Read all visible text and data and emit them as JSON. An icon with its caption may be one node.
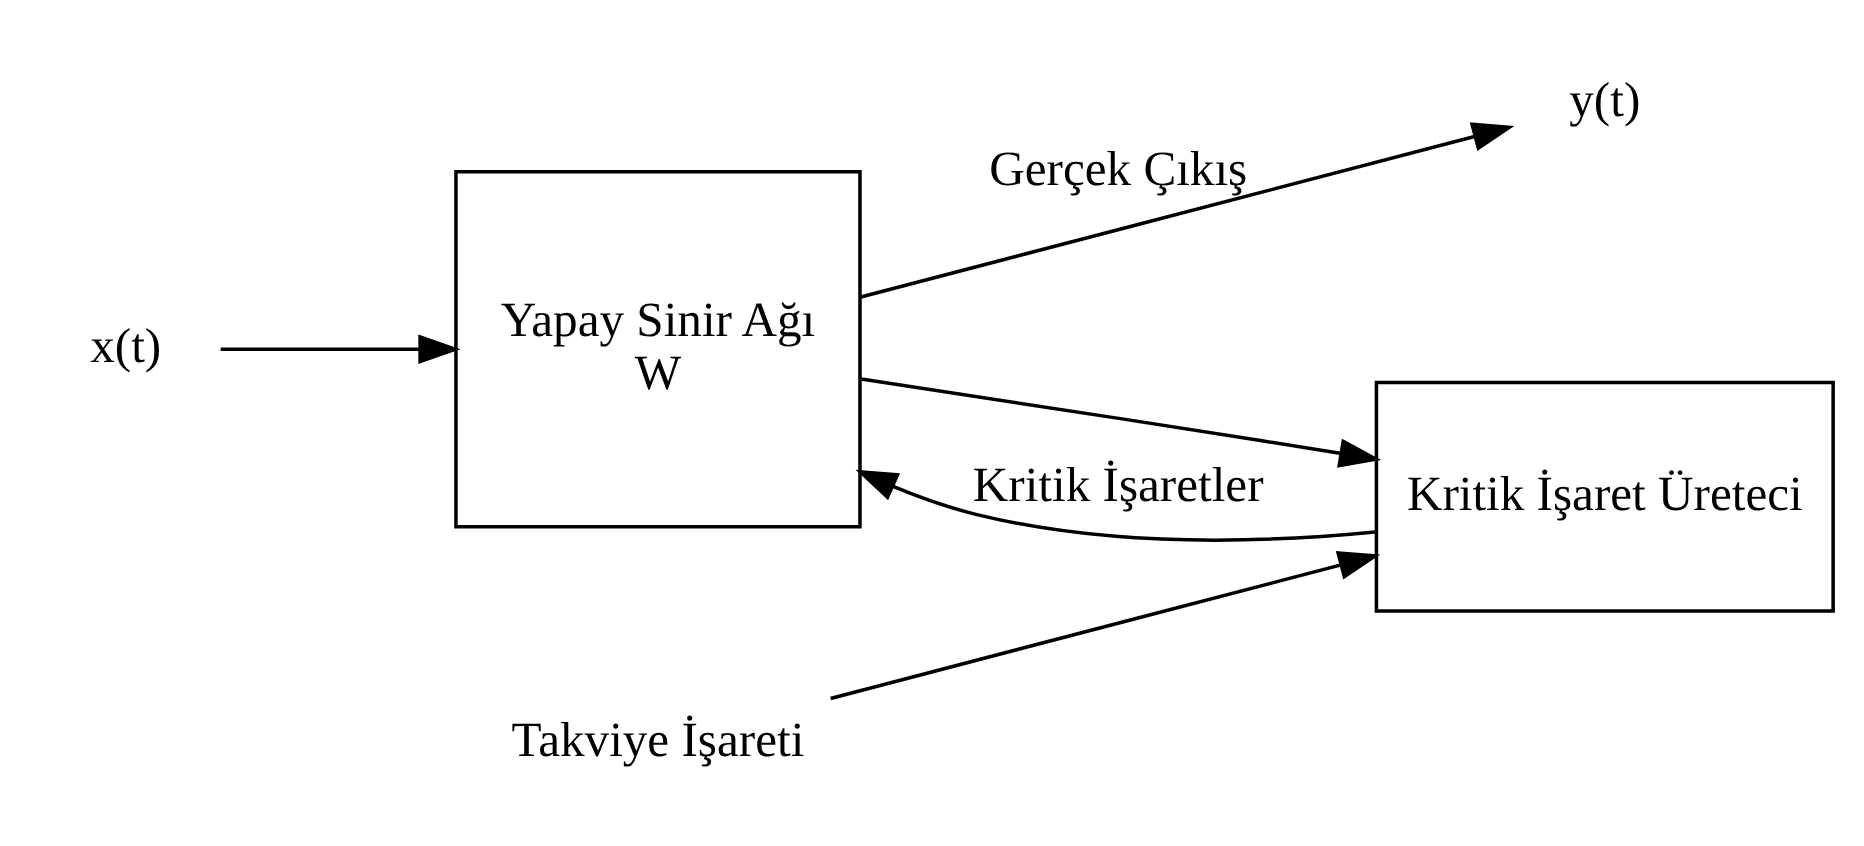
{
  "diagram": {
    "nodes": [
      {
        "text": [
          "x(t)"
        ]
      },
      {
        "text": [
          "Yapay Sinir Ağı",
          "W"
        ]
      },
      {
        "text": [
          "y(t)"
        ]
      },
      {
        "text": [
          "Kritik İşaret Üreteci"
        ]
      },
      {
        "text": [
          "Takviye İşareti"
        ]
      }
    ],
    "edges": [
      {
        "from": 0,
        "to": 1,
        "arrow": "to"
      },
      {
        "from": 1,
        "to": 2,
        "arrow": "to",
        "label": "Gerçek Çıkış"
      },
      {
        "from": 1,
        "to": 3,
        "arrow": "to"
      },
      {
        "from": 4,
        "to": 3,
        "arrow": "to"
      },
      {
        "from": 3,
        "to": 1,
        "arrow": "to",
        "label": "Kritik İşaretler"
      }
    ]
  }
}
